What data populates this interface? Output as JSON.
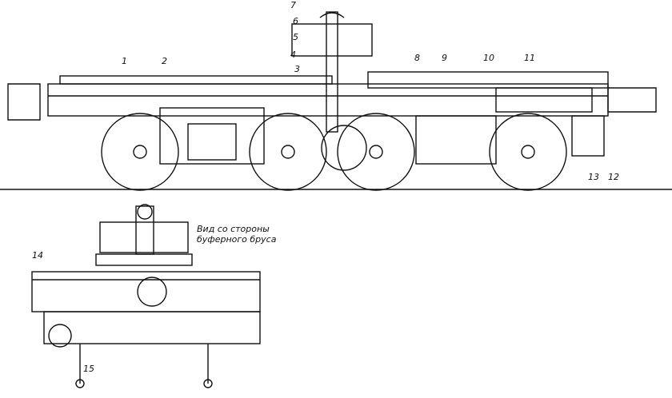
{
  "caption": {
    "line1": "Вид со стороны",
    "line2": "буферного бруса"
  },
  "callouts": [
    "1",
    "2",
    "3",
    "4",
    "5",
    "6",
    "7",
    "8",
    "9",
    "10",
    "11",
    "12",
    "13",
    "14",
    "15"
  ]
}
